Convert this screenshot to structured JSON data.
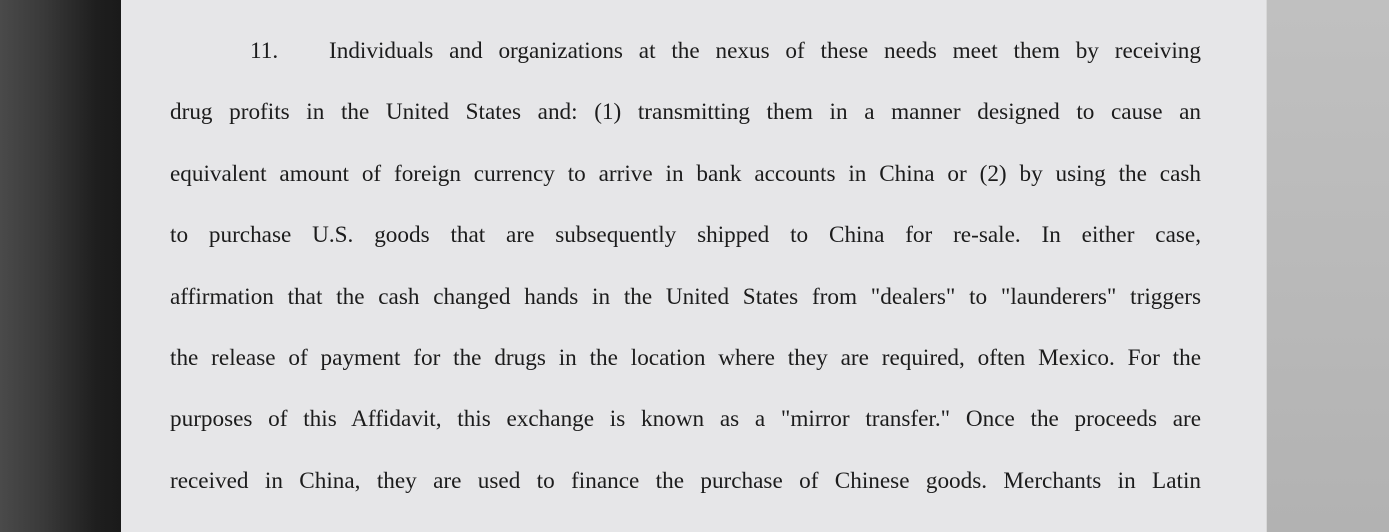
{
  "document": {
    "paragraph_number": "11.",
    "lines": [
      "Individuals and organizations at the nexus of these needs meet them by receiving",
      "drug profits in the United States and: (1) transmitting them in a manner designed to cause an",
      "equivalent amount of foreign currency to arrive in bank accounts in China or (2) by using the cash",
      "to purchase U.S. goods that are subsequently shipped to China for re-sale. In either case,",
      "affirmation that the cash changed hands in the United States from \"dealers\" to \"launderers\" triggers",
      "the release of payment for the drugs in the location where they are required, often Mexico. For the",
      "purposes of this Affidavit, this exchange is known as a \"mirror transfer.\" Once the proceeds are",
      "received in China, they are used to finance the purchase of Chinese goods. Merchants in Latin"
    ]
  },
  "colors": {
    "page_background": "#e6e6e8",
    "text": "#1c1c1c",
    "left_backdrop": "#1e1e1e",
    "right_backdrop": "#b9b9b9"
  }
}
